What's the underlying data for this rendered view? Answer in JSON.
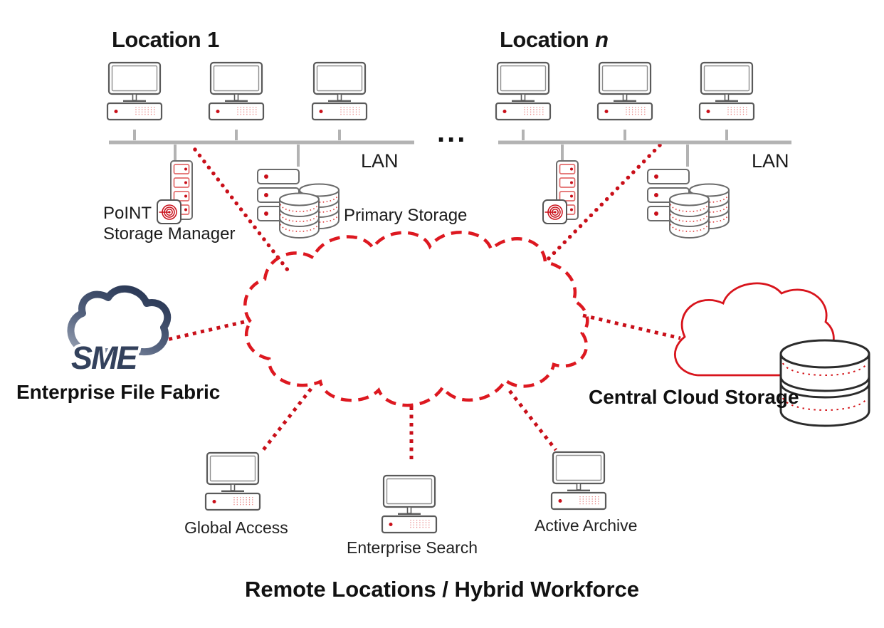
{
  "page": {
    "title": "Remote Locations / Hybrid Workforce"
  },
  "colors": {
    "accent_red": "#d31318",
    "dot_red": "#c90f19",
    "lan_gray": "#b3b3b3",
    "icon_gray": "#6b6b6b",
    "sme_navy": "#33415c",
    "text": "#1b1b1b"
  },
  "locations": {
    "location1": {
      "prefix": "Location",
      "suffix": "1",
      "lan": "LAN"
    },
    "location_n": {
      "prefix": "Location",
      "suffix": "n",
      "lan": "LAN"
    },
    "separator": "..."
  },
  "labels": {
    "point_line1": "PoINT",
    "point_line2": "Storage Manager",
    "primary_storage": "Primary Storage",
    "sme_logo": "SME",
    "enterprise_file_fabric": "Enterprise File Fabric",
    "central_cloud_storage": "Central Cloud Storage",
    "global_access": "Global Access",
    "enterprise_search": "Enterprise Search",
    "active_archive": "Active Archive"
  },
  "icons": {
    "workstation": "monitor-with-desktop-outline",
    "point_server": "tower-server-with-target-logo",
    "rack_server": "stacked-rack-units",
    "disk_stack": "database-cylinders",
    "wan_cloud": "red-dashed-cloud",
    "sme_cloud": "navy-outline-cloud-logo",
    "central_cloud": "red-outline-cloud-with-database"
  }
}
